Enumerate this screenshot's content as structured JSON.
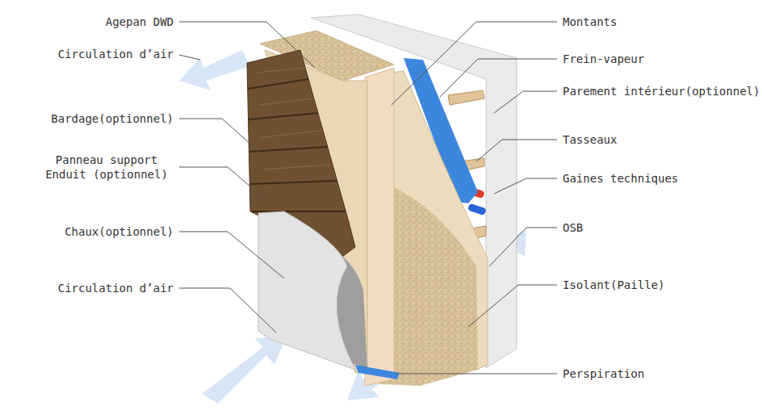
{
  "diagram": {
    "labels": [
      "Agepan DWD",
      "Circulation d’air",
      "Bardage(optionnel)",
      "Panneau support Enduit (optionnel)",
      "Chaux(optionnel)",
      "Circulation d’air",
      "Montants",
      "Frein-vapeur",
      "Parement intérieur(optionnel)",
      "Tasseaux",
      "Gaines techniques",
      "OSB",
      "Isolant(Paille)",
      "Perspiration"
    ]
  }
}
